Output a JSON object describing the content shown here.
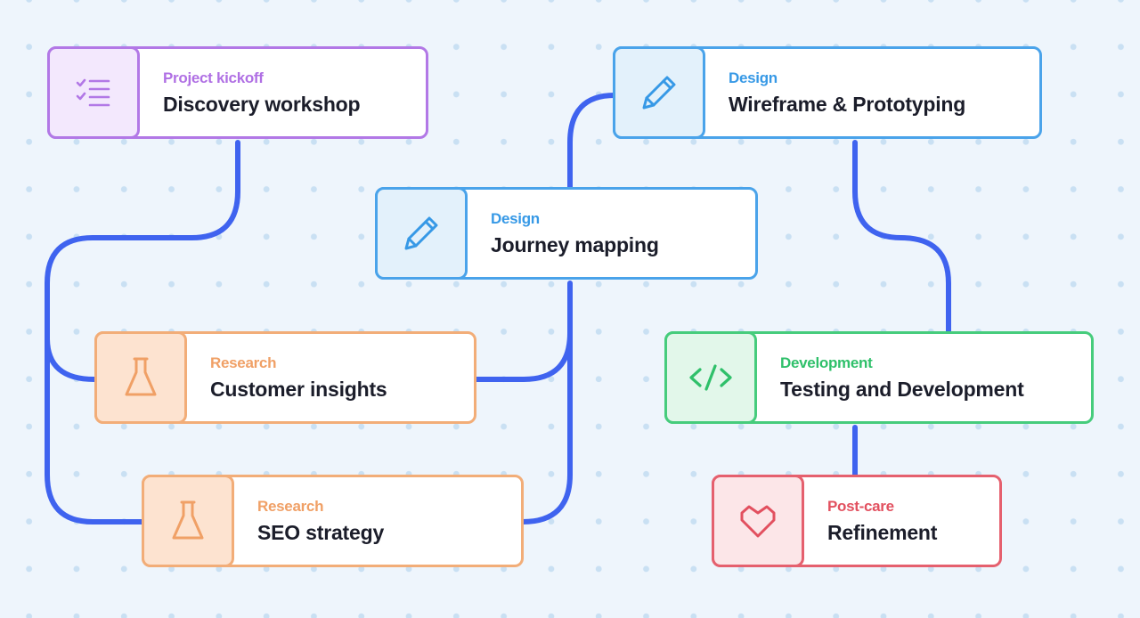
{
  "nodes": {
    "discovery": {
      "category": "Project kickoff",
      "title": "Discovery workshop",
      "icon": "checklist-icon"
    },
    "wireframe": {
      "category": "Design",
      "title": "Wireframe & Prototyping",
      "icon": "pencil-icon"
    },
    "journey": {
      "category": "Design",
      "title": "Journey mapping",
      "icon": "pencil-icon"
    },
    "customer": {
      "category": "Research",
      "title": "Customer insights",
      "icon": "flask-icon"
    },
    "testing": {
      "category": "Development",
      "title": "Testing and Development",
      "icon": "code-icon"
    },
    "seo": {
      "category": "Research",
      "title": "SEO strategy",
      "icon": "flask-icon"
    },
    "refinement": {
      "category": "Post-care",
      "title": "Refinement",
      "icon": "heart-icon"
    }
  },
  "colors": {
    "connector": "#3f63ef",
    "project_kickoff": "#b278e6",
    "design": "#4aa3ea",
    "research": "#f2ad78",
    "development": "#46cc7c",
    "post_care": "#e5606e"
  }
}
